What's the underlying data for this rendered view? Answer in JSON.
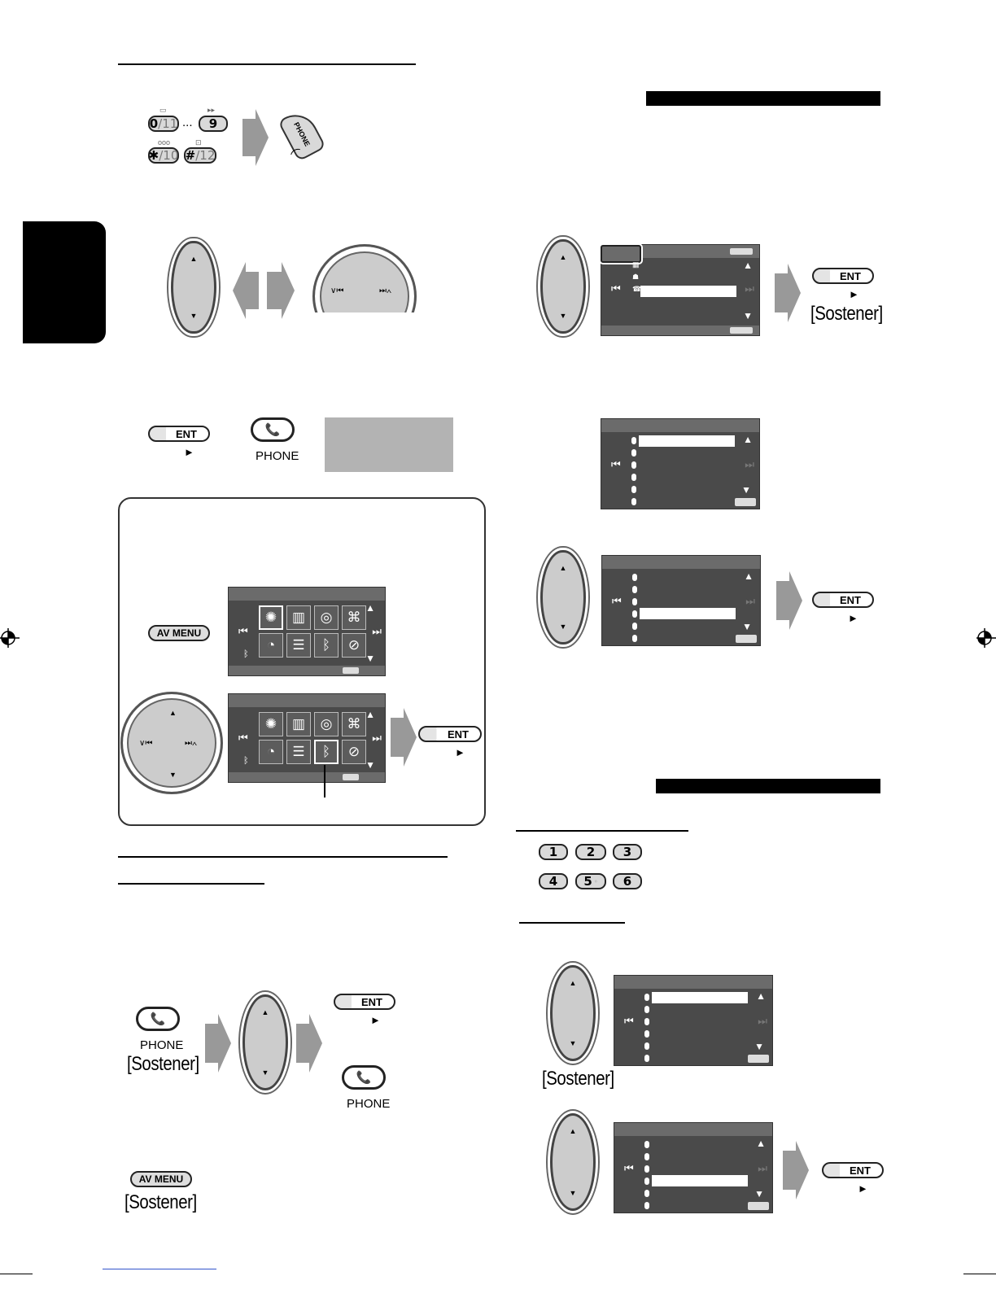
{
  "labels": {
    "ent": "ENT",
    "play": "►",
    "av_menu": "AV MENU",
    "phone": "PHONE",
    "hold": "[Sostener]"
  },
  "keys": {
    "k0": "0",
    "k0_sub": "/11",
    "ellipsis": "...",
    "k9": "9",
    "kstar": "✱",
    "kstar_sub": "/10",
    "khash": "#",
    "khash_sub": "/12",
    "phone_key": "PHONE",
    "presets": [
      "1",
      "2",
      "3",
      "4",
      "5",
      "6"
    ]
  },
  "icons": {
    "jog_up": "▲",
    "jog_down": "▼",
    "scroll_up": "▲",
    "scroll_down": "▼",
    "prev": "⏮",
    "next": "⏭",
    "handset": "📞",
    "bluetooth": "ᛒ",
    "dial_left": "∨⏮",
    "dial_right": "⏭∧"
  }
}
